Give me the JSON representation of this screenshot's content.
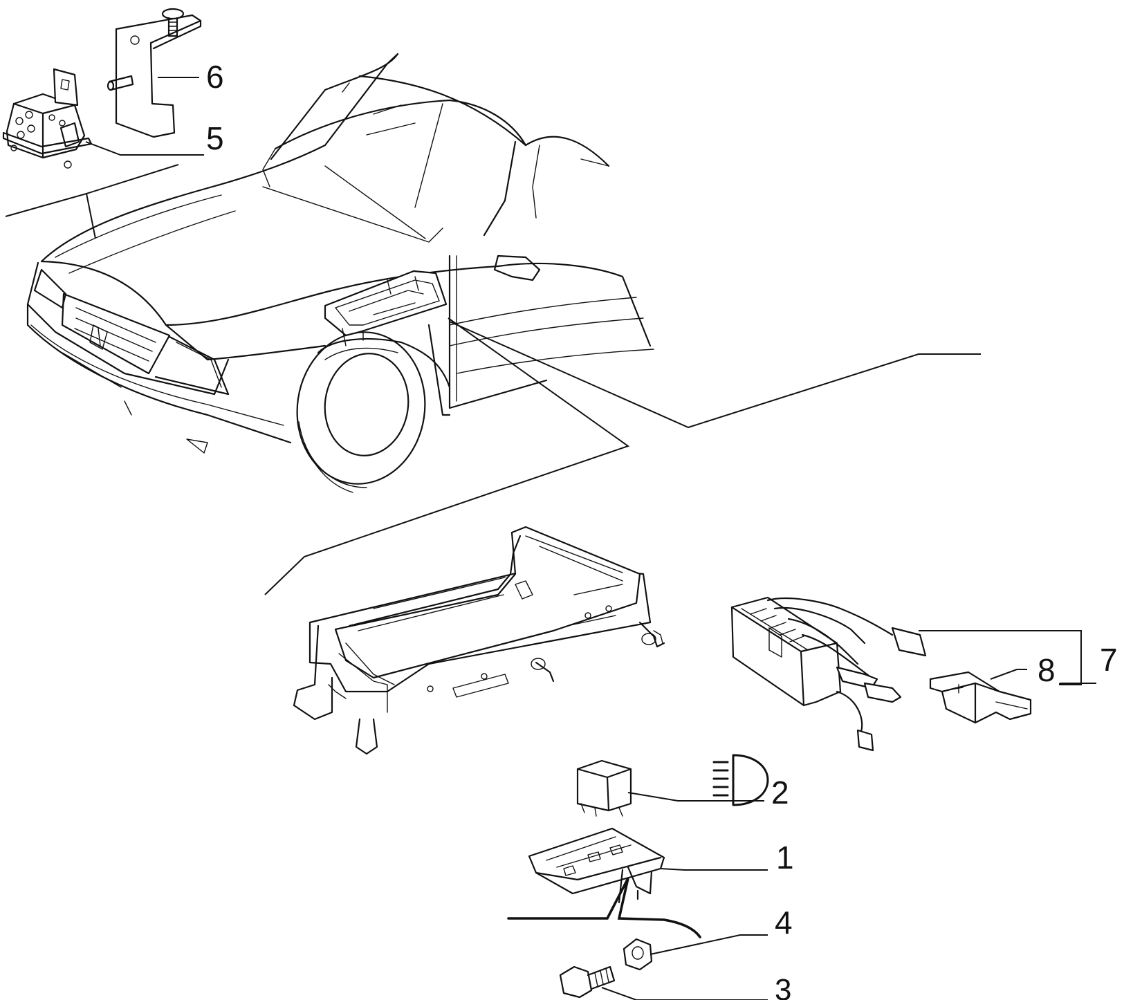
{
  "callouts": [
    {
      "id": "1",
      "label": "1"
    },
    {
      "id": "2",
      "label": "2"
    },
    {
      "id": "3",
      "label": "3"
    },
    {
      "id": "4",
      "label": "4"
    },
    {
      "id": "5",
      "label": "5"
    },
    {
      "id": "6",
      "label": "6"
    },
    {
      "id": "7",
      "label": "7"
    },
    {
      "id": "8",
      "label": "8"
    }
  ],
  "icons": {
    "headlamp_symbol": "headlamp-high-beam-icon"
  },
  "colors": {
    "ink": "#111111",
    "background": "#ffffff"
  }
}
